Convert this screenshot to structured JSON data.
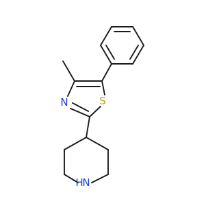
{
  "molecule": {
    "atoms": {
      "nitrogen_thiazole": {
        "element": "N",
        "color": "#1f3fd6"
      },
      "sulfur_thiazole": {
        "element": "S",
        "color": "#b9a312"
      },
      "nitrogen_piperidine": {
        "element": "N",
        "color": "#1f3fd6"
      },
      "hydrogen_piperidine": {
        "element": "H",
        "color": "#1f3fd6"
      }
    }
  }
}
